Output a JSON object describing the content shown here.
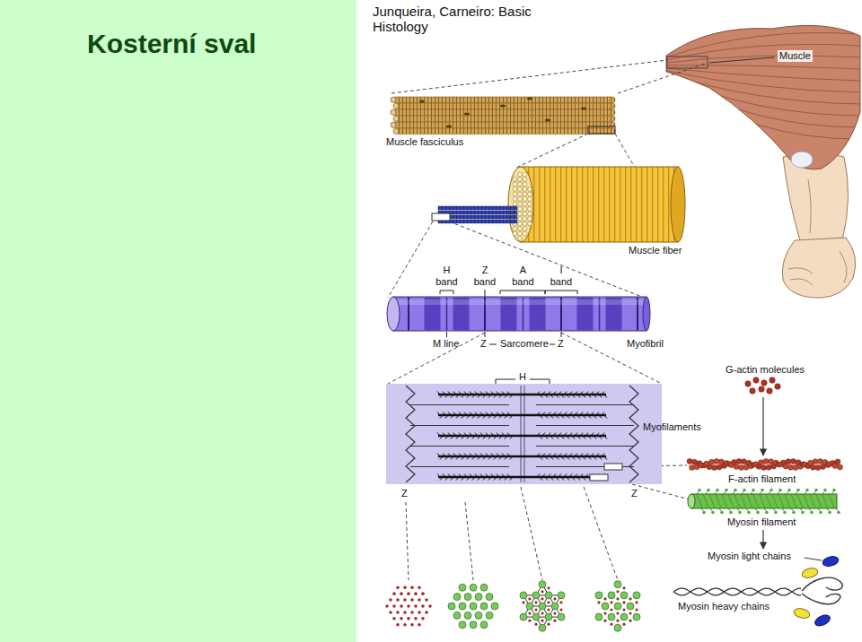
{
  "diagram": {
    "title": "Kosterní sval",
    "labels": [
      "Junqueira, Carneiro: Basic Histology",
      "Muscle",
      "Muscle fasciculus",
      "Muscle fiber",
      "H band",
      "Z band",
      "A band",
      "I band",
      "M line",
      "Z",
      "Sarcomere",
      "Z",
      "Myofibril",
      "G-actin molecules",
      "H",
      "Myofilaments",
      "F-actin filament",
      "Z",
      "Z",
      "Myosin filament",
      "Myosin light chains",
      "Myosin heavy chains"
    ]
  }
}
